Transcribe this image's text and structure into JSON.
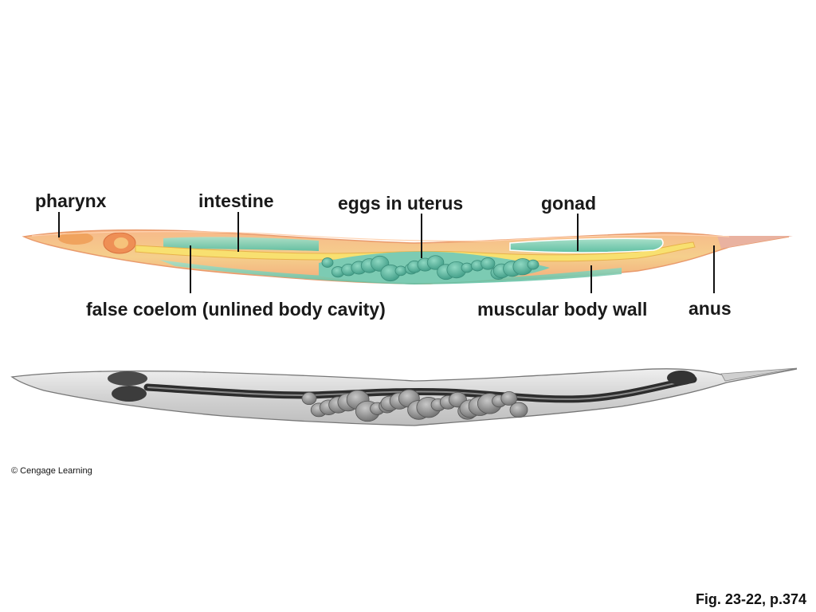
{
  "labels": {
    "pharynx": "pharynx",
    "intestine": "intestine",
    "eggs": "eggs in uterus",
    "gonad": "gonad",
    "false_coelom": "false coelom (unlined body cavity)",
    "muscular_wall": "muscular body wall",
    "anus": "anus"
  },
  "footer": {
    "copyright": "© Cengage Learning",
    "figure_ref": "Fig. 23-22, p.374"
  },
  "colors": {
    "body_fill": "#f3c98e",
    "body_outline": "#e8a36a",
    "cavity": "#7fcdb0",
    "eggs": "#5fb8a0",
    "intestine_band": "#f7dc6a",
    "photo_fill": "#d6d6d6",
    "photo_dark": "#3a3a3a"
  }
}
